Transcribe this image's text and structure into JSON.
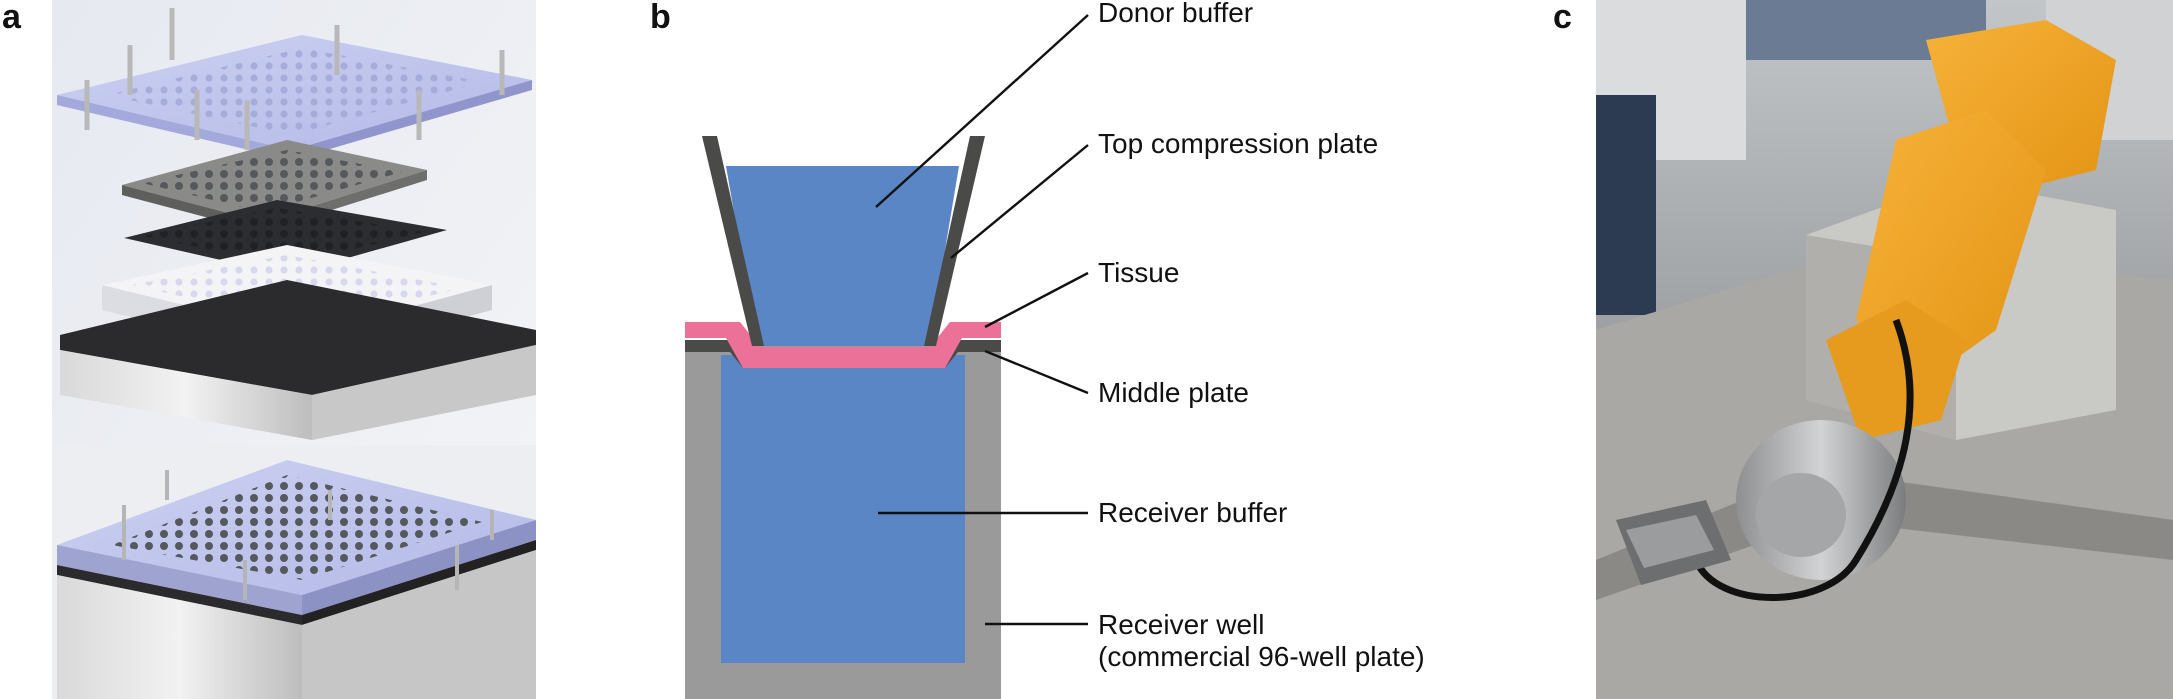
{
  "panels": {
    "a": {
      "label": "a"
    },
    "b": {
      "label": "b"
    },
    "c": {
      "label": "c"
    }
  },
  "diagram": {
    "labels": {
      "donor_buffer": "Donor buffer",
      "top_compression_plate": "Top compression plate",
      "tissue": "Tissue",
      "middle_plate": "Middle plate",
      "receiver_buffer": "Receiver buffer",
      "receiver_well_line1": "Receiver well",
      "receiver_well_line2": "(commercial 96-well plate)"
    },
    "colors": {
      "buffer": "#5b86c6",
      "well": "#9a9a9a",
      "plate": "#4a4b48",
      "tissue": "#ec7199"
    }
  }
}
